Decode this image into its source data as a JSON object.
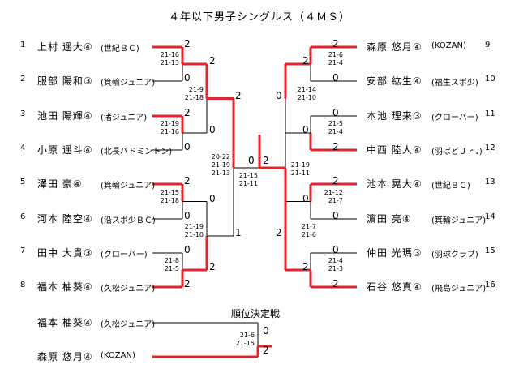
{
  "title": "４年以下男子シングルス（４ＭＳ）",
  "left_players": [
    {
      "num": "1",
      "name": "上村 遥大④",
      "club": "(世紀ＢＣ)"
    },
    {
      "num": "2",
      "name": "服部 陽和③",
      "club": "(箕輪ジュニア)"
    },
    {
      "num": "3",
      "name": "池田 陽輝④",
      "club": "(渚ジュニア)"
    },
    {
      "num": "4",
      "name": "小原 遥斗④",
      "club": "(北長バドミントン)"
    },
    {
      "num": "5",
      "name": "澤田 豪④",
      "club": "(箕輪ジュニア)"
    },
    {
      "num": "6",
      "name": "河本 陸空④",
      "club": "(沿スポ少ＢＣ)"
    },
    {
      "num": "7",
      "name": "田中 大貴③",
      "club": "(クローバー)"
    },
    {
      "num": "8",
      "name": "福本 柚葵④",
      "club": "(久松ジュニア)"
    }
  ],
  "right_players": [
    {
      "num": "9",
      "name": "森原 悠月④",
      "club": "(KOZAN)"
    },
    {
      "num": "10",
      "name": "安部 紘生④",
      "club": "(福生スポ少)"
    },
    {
      "num": "11",
      "name": "本池 理来③",
      "club": "(クローバー)"
    },
    {
      "num": "12",
      "name": "中西 陸人④",
      "club": "(羽ばどＪｒ．)"
    },
    {
      "num": "13",
      "name": "池本 晃大④",
      "club": "(世紀ＢＣ)"
    },
    {
      "num": "14",
      "name": "濵田 亮④",
      "club": "(箕輪ジュニア)"
    },
    {
      "num": "15",
      "name": "仲田 光瑪③",
      "club": "(羽球クラブ)"
    },
    {
      "num": "16",
      "name": "石谷 悠真④",
      "club": "(飛島ジュニア)"
    }
  ],
  "left_r1": [
    {
      "top_games": "2",
      "bottom_games": "0",
      "scores": [
        "21-16",
        "21-13"
      ]
    },
    {
      "top_games": "2",
      "bottom_games": "0",
      "scores": [
        "21-19",
        "21-16"
      ]
    },
    {
      "top_games": "2",
      "bottom_games": "0",
      "scores": [
        "21-15",
        "21-18"
      ]
    },
    {
      "top_games": "0",
      "bottom_games": "2",
      "scores": [
        "21-8",
        "21-5"
      ]
    }
  ],
  "left_r2": [
    {
      "top_games": "2",
      "bottom_games": "0",
      "scores": [
        "21-9",
        "21-18"
      ]
    },
    {
      "top_games": "0",
      "bottom_games": "2",
      "scores": [
        "21-19",
        "21-10"
      ]
    }
  ],
  "left_r3": {
    "top_games": "2",
    "bottom_games": "1",
    "scores": [
      "20-22",
      "21-19",
      "21-13"
    ]
  },
  "right_r1": [
    {
      "top_games": "2",
      "bottom_games": "0",
      "scores": [
        "21-6",
        "21-4"
      ]
    },
    {
      "top_games": "0",
      "bottom_games": "2",
      "scores": [
        "21-5",
        "21-4"
      ]
    },
    {
      "top_games": "2",
      "bottom_games": "0",
      "scores": [
        "21-12",
        "21-7"
      ]
    },
    {
      "top_games": "0",
      "bottom_games": "2",
      "scores": [
        "21-4",
        "21-3"
      ]
    }
  ],
  "right_r2": [
    {
      "top_games": "2",
      "bottom_games": "0",
      "scores": [
        "21-14",
        "21-10"
      ]
    },
    {
      "top_games": "0",
      "bottom_games": "2",
      "scores": [
        "21-7",
        "21-6"
      ]
    }
  ],
  "right_r3": {
    "top_games": "0",
    "bottom_games": "2",
    "scores": [
      "21-19",
      "21-11"
    ]
  },
  "final": {
    "left_games": "0",
    "right_games": "2",
    "scores": [
      "21-15",
      "21-11"
    ]
  },
  "placement": {
    "title": "順位決定戦",
    "players": [
      {
        "name": "福本 柚葵④",
        "club": "(久松ジュニア)"
      },
      {
        "name": "森原 悠月④",
        "club": "(KOZAN)"
      }
    ],
    "top_games": "0",
    "bottom_games": "2",
    "scores": [
      "21-6",
      "21-15"
    ]
  },
  "colors": {
    "winner_line": "#e3242b",
    "loser_line": "#000000"
  }
}
